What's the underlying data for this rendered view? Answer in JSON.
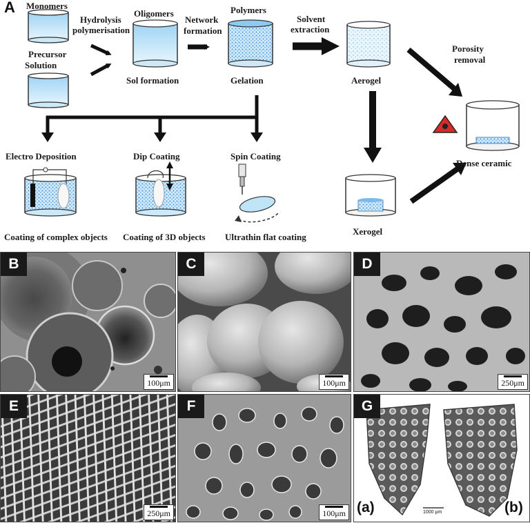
{
  "figure": {
    "panel_a": {
      "label": "A",
      "stages": {
        "monomers": "Monomers",
        "precursor_line1": "Precursor",
        "precursor_line2": "Solution",
        "hydrolysis_line1": "Hydrolysis",
        "hydrolysis_line2": "polymerisation",
        "oligomers": "Oligomers",
        "sol_formation": "Sol formation",
        "network_line1": "Network",
        "network_line2": "formation",
        "polymers": "Polymers",
        "gelation": "Gelation",
        "solvent_line1": "Solvent",
        "solvent_line2": "extraction",
        "aerogel": "Aerogel",
        "porosity_line1": "Porosity",
        "porosity_line2": "removal",
        "dense_ceramic": "Dense ceramic",
        "xerogel": "Xerogel"
      },
      "coatings": {
        "electro": "Electro Deposition",
        "dip": "Dip Coating",
        "spin": "Spin Coating",
        "complex": "Coating of complex objects",
        "three_d": "Coating of 3D objects",
        "ultrathin": "Ultrathin flat coating"
      },
      "colors": {
        "liquid": "#bfe3f7",
        "liquid_dark": "#5aa9de",
        "dots": "#4a90d9",
        "arrow": "#111111"
      }
    },
    "micrographs": [
      {
        "label": "B",
        "scale": "100μm"
      },
      {
        "label": "C",
        "scale": "100μm"
      },
      {
        "label": "D",
        "scale": "250μm"
      },
      {
        "label": "E",
        "scale": "250μm"
      },
      {
        "label": "F",
        "scale": "100μm"
      },
      {
        "label": "G",
        "scale": "1000 μm",
        "sub_a": "(a)",
        "sub_b": "(b)"
      }
    ]
  }
}
